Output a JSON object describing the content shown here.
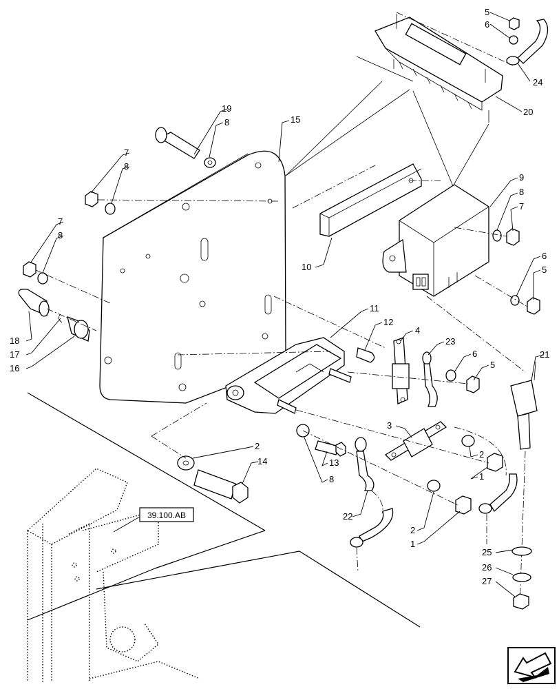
{
  "diagram": {
    "reference_label": "39.100.AB",
    "callouts": [
      {
        "id": "c5a",
        "text": "5"
      },
      {
        "id": "c6a",
        "text": "6"
      },
      {
        "id": "c24",
        "text": "24"
      },
      {
        "id": "c20",
        "text": "20"
      },
      {
        "id": "c19",
        "text": "19"
      },
      {
        "id": "c8a",
        "text": "8"
      },
      {
        "id": "c15",
        "text": "15"
      },
      {
        "id": "c7a",
        "text": "7"
      },
      {
        "id": "c8b",
        "text": "8"
      },
      {
        "id": "c9",
        "text": "9"
      },
      {
        "id": "c8c",
        "text": "8"
      },
      {
        "id": "c7b",
        "text": "7"
      },
      {
        "id": "c7c",
        "text": "7"
      },
      {
        "id": "c8d",
        "text": "8"
      },
      {
        "id": "c10",
        "text": "10"
      },
      {
        "id": "c6b",
        "text": "6"
      },
      {
        "id": "c5b",
        "text": "5"
      },
      {
        "id": "c18",
        "text": "18"
      },
      {
        "id": "c17",
        "text": "17"
      },
      {
        "id": "c16",
        "text": "16"
      },
      {
        "id": "c11",
        "text": "11"
      },
      {
        "id": "c12",
        "text": "12"
      },
      {
        "id": "c4",
        "text": "4"
      },
      {
        "id": "c23",
        "text": "23"
      },
      {
        "id": "c6c",
        "text": "6"
      },
      {
        "id": "c5c",
        "text": "5"
      },
      {
        "id": "c21",
        "text": "21"
      },
      {
        "id": "c3",
        "text": "3"
      },
      {
        "id": "c2a",
        "text": "2"
      },
      {
        "id": "c14",
        "text": "14"
      },
      {
        "id": "c13",
        "text": "13"
      },
      {
        "id": "c8e",
        "text": "8"
      },
      {
        "id": "c2b",
        "text": "2"
      },
      {
        "id": "c1a",
        "text": "1"
      },
      {
        "id": "c22",
        "text": "22"
      },
      {
        "id": "c2c",
        "text": "2"
      },
      {
        "id": "c1b",
        "text": "1"
      },
      {
        "id": "c25",
        "text": "25"
      },
      {
        "id": "c26",
        "text": "26"
      },
      {
        "id": "c27",
        "text": "27"
      }
    ]
  }
}
